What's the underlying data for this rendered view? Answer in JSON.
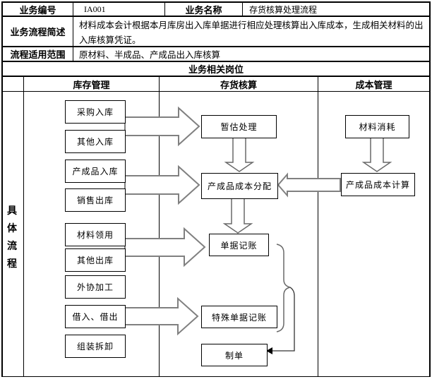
{
  "doc": {
    "business_number_label": "业务编号",
    "business_number_value": "IA001",
    "business_name_label": "业务名称",
    "business_name_value": "存货核算处理流程",
    "summary_label": "业务流程简述",
    "summary_text": "材料成本会计根据本月库房出入库单据进行相应处理核算出入库成本，生成相关材料的出入库核算凭证。",
    "scope_label": "流程适用范围",
    "scope_text": "原材料、半成品、产成品出入库核算",
    "positions_header": "业务相关岗位",
    "rail_label": "具体流程"
  },
  "columns": {
    "inventory": "库存管理",
    "accounting": "存货核算",
    "cost": "成本管理"
  },
  "flow": {
    "inventory_boxes": [
      "采购入库",
      "其他入库",
      "产成品入库",
      "销售出库",
      "材料领用",
      "其他出库",
      "外协加工",
      "借入、借出",
      "组装拆卸"
    ],
    "accounting_boxes": [
      "暂估处理",
      "产成品成本分配",
      "单据记账",
      "特殊单据记账",
      "制单"
    ],
    "cost_boxes": [
      "材料消耗",
      "产成品成本计算"
    ]
  },
  "colors": {
    "grid": "#000000",
    "big_arrow_outline": "#808080",
    "small_arrow_outline": "#696969",
    "shape_fill": "#ffffff"
  }
}
